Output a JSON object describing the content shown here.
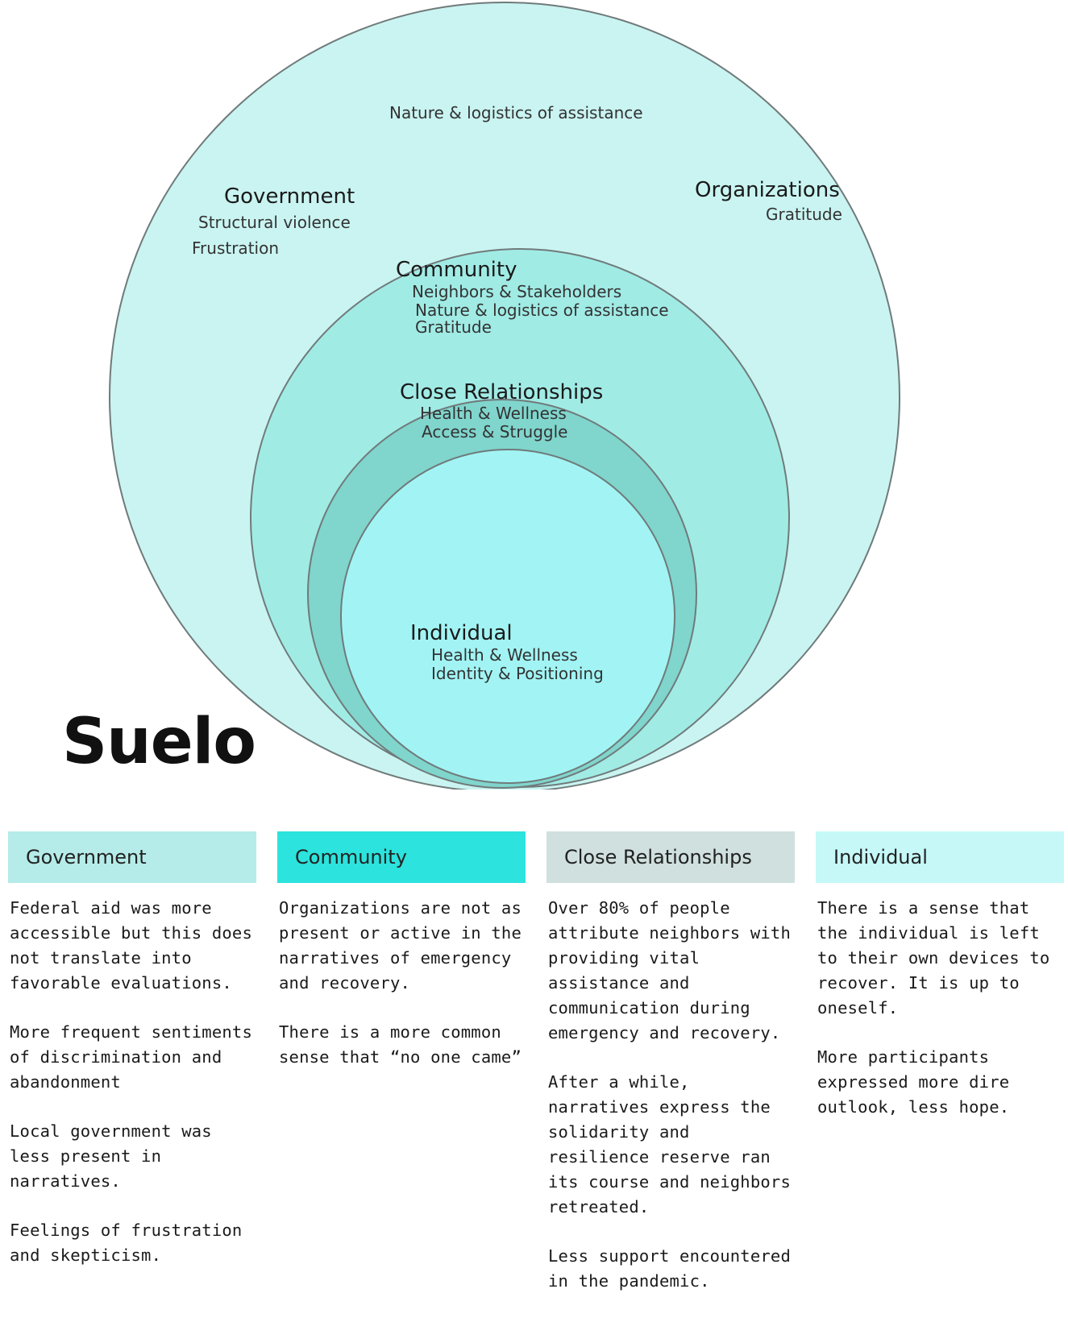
{
  "diagram": {
    "outer": {
      "top_label": "Nature & logistics of assistance",
      "left": {
        "title": "Government",
        "items": [
          "Structural violence",
          "Frustration"
        ]
      },
      "right": {
        "title": "Organizations",
        "items": [
          "Gratitude"
        ]
      }
    },
    "community": {
      "title": "Community",
      "items": [
        "Neighbors & Stakeholders",
        "Nature & logistics of assistance",
        "Gratitude"
      ]
    },
    "close": {
      "title": "Close Relationships",
      "items": [
        "Health & Wellness",
        "Access & Struggle"
      ]
    },
    "individual": {
      "title": "Individual",
      "items": [
        "Health & Wellness",
        "Identity & Positioning"
      ]
    },
    "colors": {
      "outer": "#c9f4f1",
      "community": "#a1ebe5",
      "close": "#80d5cd",
      "individual": "#a2f4f4",
      "stroke": "#707a7a"
    }
  },
  "place_name": "Suelo",
  "columns": [
    {
      "header": "Government",
      "color": "#b5ece9",
      "paragraphs": [
        "Federal aid was more accessible but this does not translate into favorable evaluations.",
        "More frequent sentiments of discrimination and abandonment",
        "Local government was less present in narratives.",
        "Feelings of frustration and skepticism."
      ]
    },
    {
      "header": "Community",
      "color": "#2ce3dd",
      "paragraphs": [
        "Organizations are not as present or active in the narratives of emergency and recovery.",
        "There is a more common sense that “no one came”"
      ]
    },
    {
      "header": "Close Relationships",
      "color": "#cfe0df",
      "paragraphs": [
        "Over 80% of people attribute neighbors with providing vital assistance and communication during emergency and recovery.",
        "After a while, narratives express the solidarity and resilience reserve ran its course and neighbors retreated.",
        "Less support encountered in the pandemic."
      ]
    },
    {
      "header": "Individual",
      "color": "#c6f8f8",
      "paragraphs": [
        "There is a sense that the individual is left to their own devices to recover. It is up to oneself.",
        "More participants expressed more dire outlook, less hope."
      ]
    }
  ]
}
